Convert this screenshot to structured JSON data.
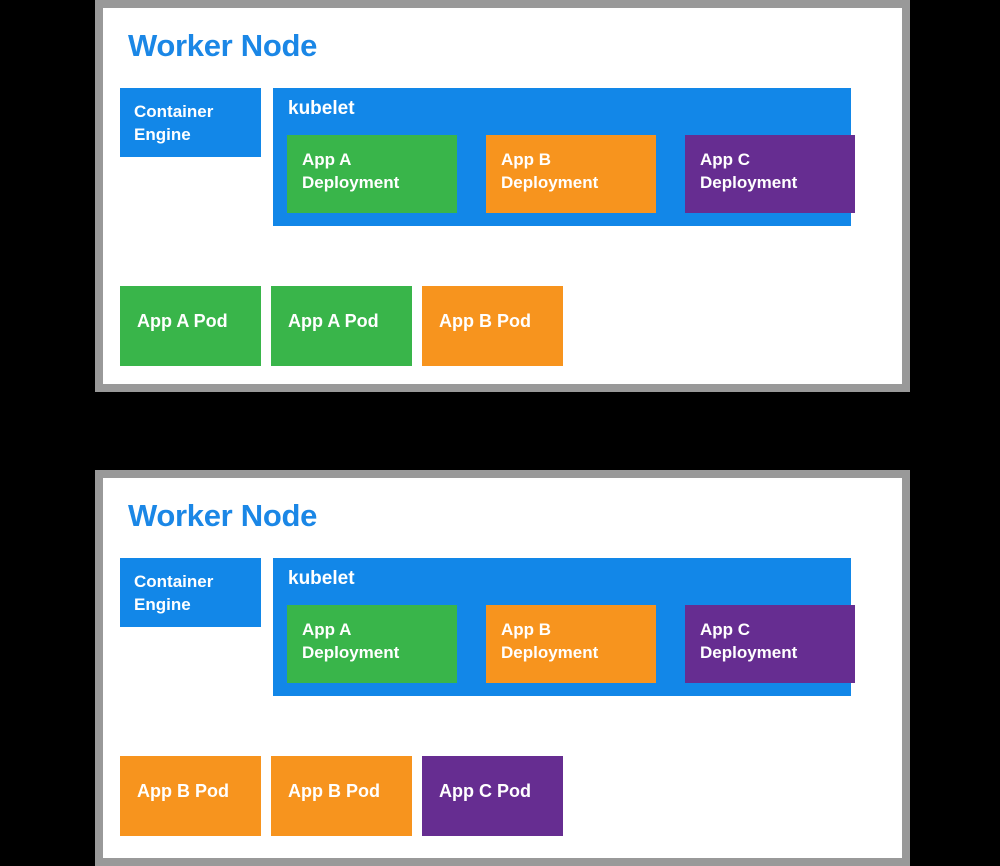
{
  "background_color": "#000000",
  "colors": {
    "blue": "#1287e8",
    "green": "#39b54a",
    "orange": "#f7941e",
    "purple": "#662d91",
    "panel_border": "#999999",
    "panel_fill": "#ffffff",
    "title_blue": "#1b87e6",
    "box_text": "#ffffff"
  },
  "panels": [
    {
      "title": "Worker Node",
      "container_engine": {
        "label": "Container\nEngine",
        "line1": "Container",
        "line2": "Engine",
        "color": "#1287e8"
      },
      "kubelet": {
        "label": "kubelet",
        "color": "#1287e8",
        "deployments": [
          {
            "line1": "App A",
            "line2": "Deployment",
            "app": "App A",
            "color": "#39b54a"
          },
          {
            "line1": "App B",
            "line2": "Deployment",
            "app": "App B",
            "color": "#f7941e"
          },
          {
            "line1": "App C",
            "line2": "Deployment",
            "app": "App C",
            "color": "#662d91"
          }
        ]
      },
      "pods": [
        {
          "label": "App A Pod",
          "color": "#39b54a"
        },
        {
          "label": "App A Pod",
          "color": "#39b54a"
        },
        {
          "label": "App B Pod",
          "color": "#f7941e"
        }
      ]
    },
    {
      "title": "Worker Node",
      "container_engine": {
        "label": "Container\nEngine",
        "line1": "Container",
        "line2": "Engine",
        "color": "#1287e8"
      },
      "kubelet": {
        "label": "kubelet",
        "color": "#1287e8",
        "deployments": [
          {
            "line1": "App A",
            "line2": "Deployment",
            "app": "App A",
            "color": "#39b54a"
          },
          {
            "line1": "App B",
            "line2": "Deployment",
            "app": "App B",
            "color": "#f7941e"
          },
          {
            "line1": "App C",
            "line2": "Deployment",
            "app": "App C",
            "color": "#662d91"
          }
        ]
      },
      "pods": [
        {
          "label": "App B Pod",
          "color": "#f7941e"
        },
        {
          "label": "App B Pod",
          "color": "#f7941e"
        },
        {
          "label": "App C Pod",
          "color": "#662d91"
        }
      ]
    }
  ]
}
